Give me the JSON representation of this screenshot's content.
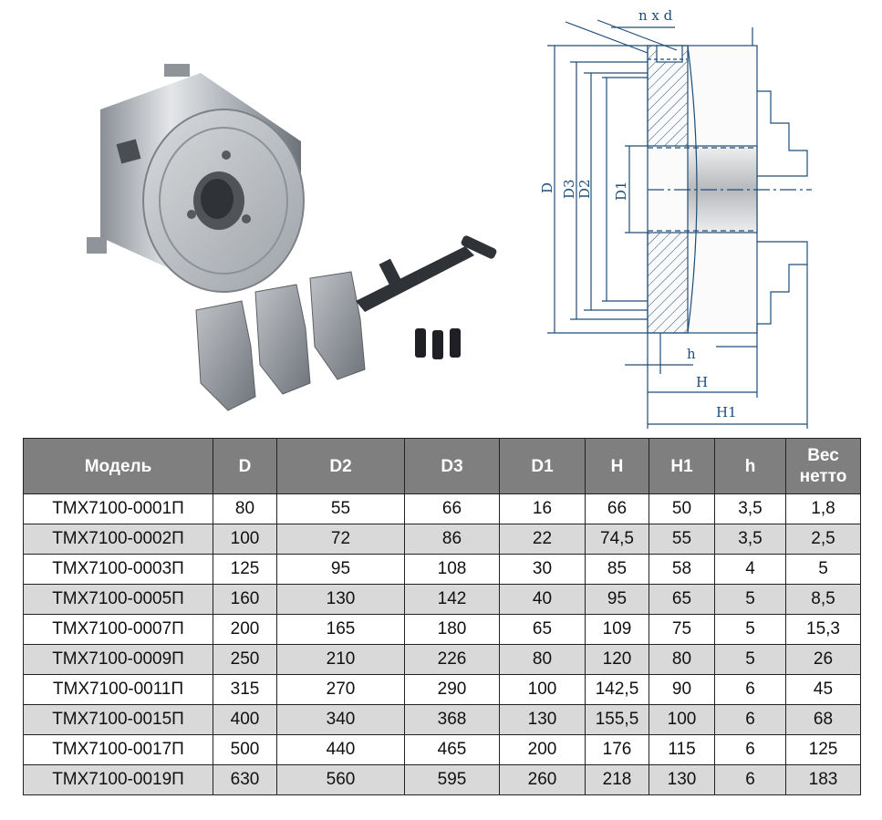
{
  "drawing": {
    "labels": {
      "nxd": "n x d",
      "D": "D",
      "D3": "D3",
      "D2": "D2",
      "D1": "D1",
      "h": "h",
      "H": "H",
      "H1": "H1"
    },
    "line_color": "#1f4e79"
  },
  "table": {
    "headers": [
      "Модель",
      "D",
      "D2",
      "D3",
      "D1",
      "H",
      "H1",
      "h",
      "Вес нетто"
    ],
    "rows": [
      [
        "ТМХ7100-0001П",
        "80",
        "55",
        "66",
        "16",
        "66",
        "50",
        "3,5",
        "1,8"
      ],
      [
        "ТМХ7100-0002П",
        "100",
        "72",
        "86",
        "22",
        "74,5",
        "55",
        "3,5",
        "2,5"
      ],
      [
        "ТМХ7100-0003П",
        "125",
        "95",
        "108",
        "30",
        "85",
        "58",
        "4",
        "5"
      ],
      [
        "ТМХ7100-0005П",
        "160",
        "130",
        "142",
        "40",
        "95",
        "65",
        "5",
        "8,5"
      ],
      [
        "ТМХ7100-0007П",
        "200",
        "165",
        "180",
        "65",
        "109",
        "75",
        "5",
        "15,3"
      ],
      [
        "ТМХ7100-0009П",
        "250",
        "210",
        "226",
        "80",
        "120",
        "80",
        "5",
        "26"
      ],
      [
        "ТМХ7100-0011П",
        "315",
        "270",
        "290",
        "100",
        "142,5",
        "90",
        "6",
        "45"
      ],
      [
        "ТМХ7100-0015П",
        "400",
        "340",
        "368",
        "130",
        "155,5",
        "100",
        "6",
        "68"
      ],
      [
        "ТМХ7100-0017П",
        "500",
        "440",
        "465",
        "200",
        "176",
        "115",
        "6",
        "125"
      ],
      [
        "ТМХ7100-0019П",
        "630",
        "560",
        "595",
        "260",
        "218",
        "130",
        "6",
        "183"
      ]
    ],
    "header_color": "#7f7f7f",
    "stripe_color": "#d9d9d9"
  }
}
